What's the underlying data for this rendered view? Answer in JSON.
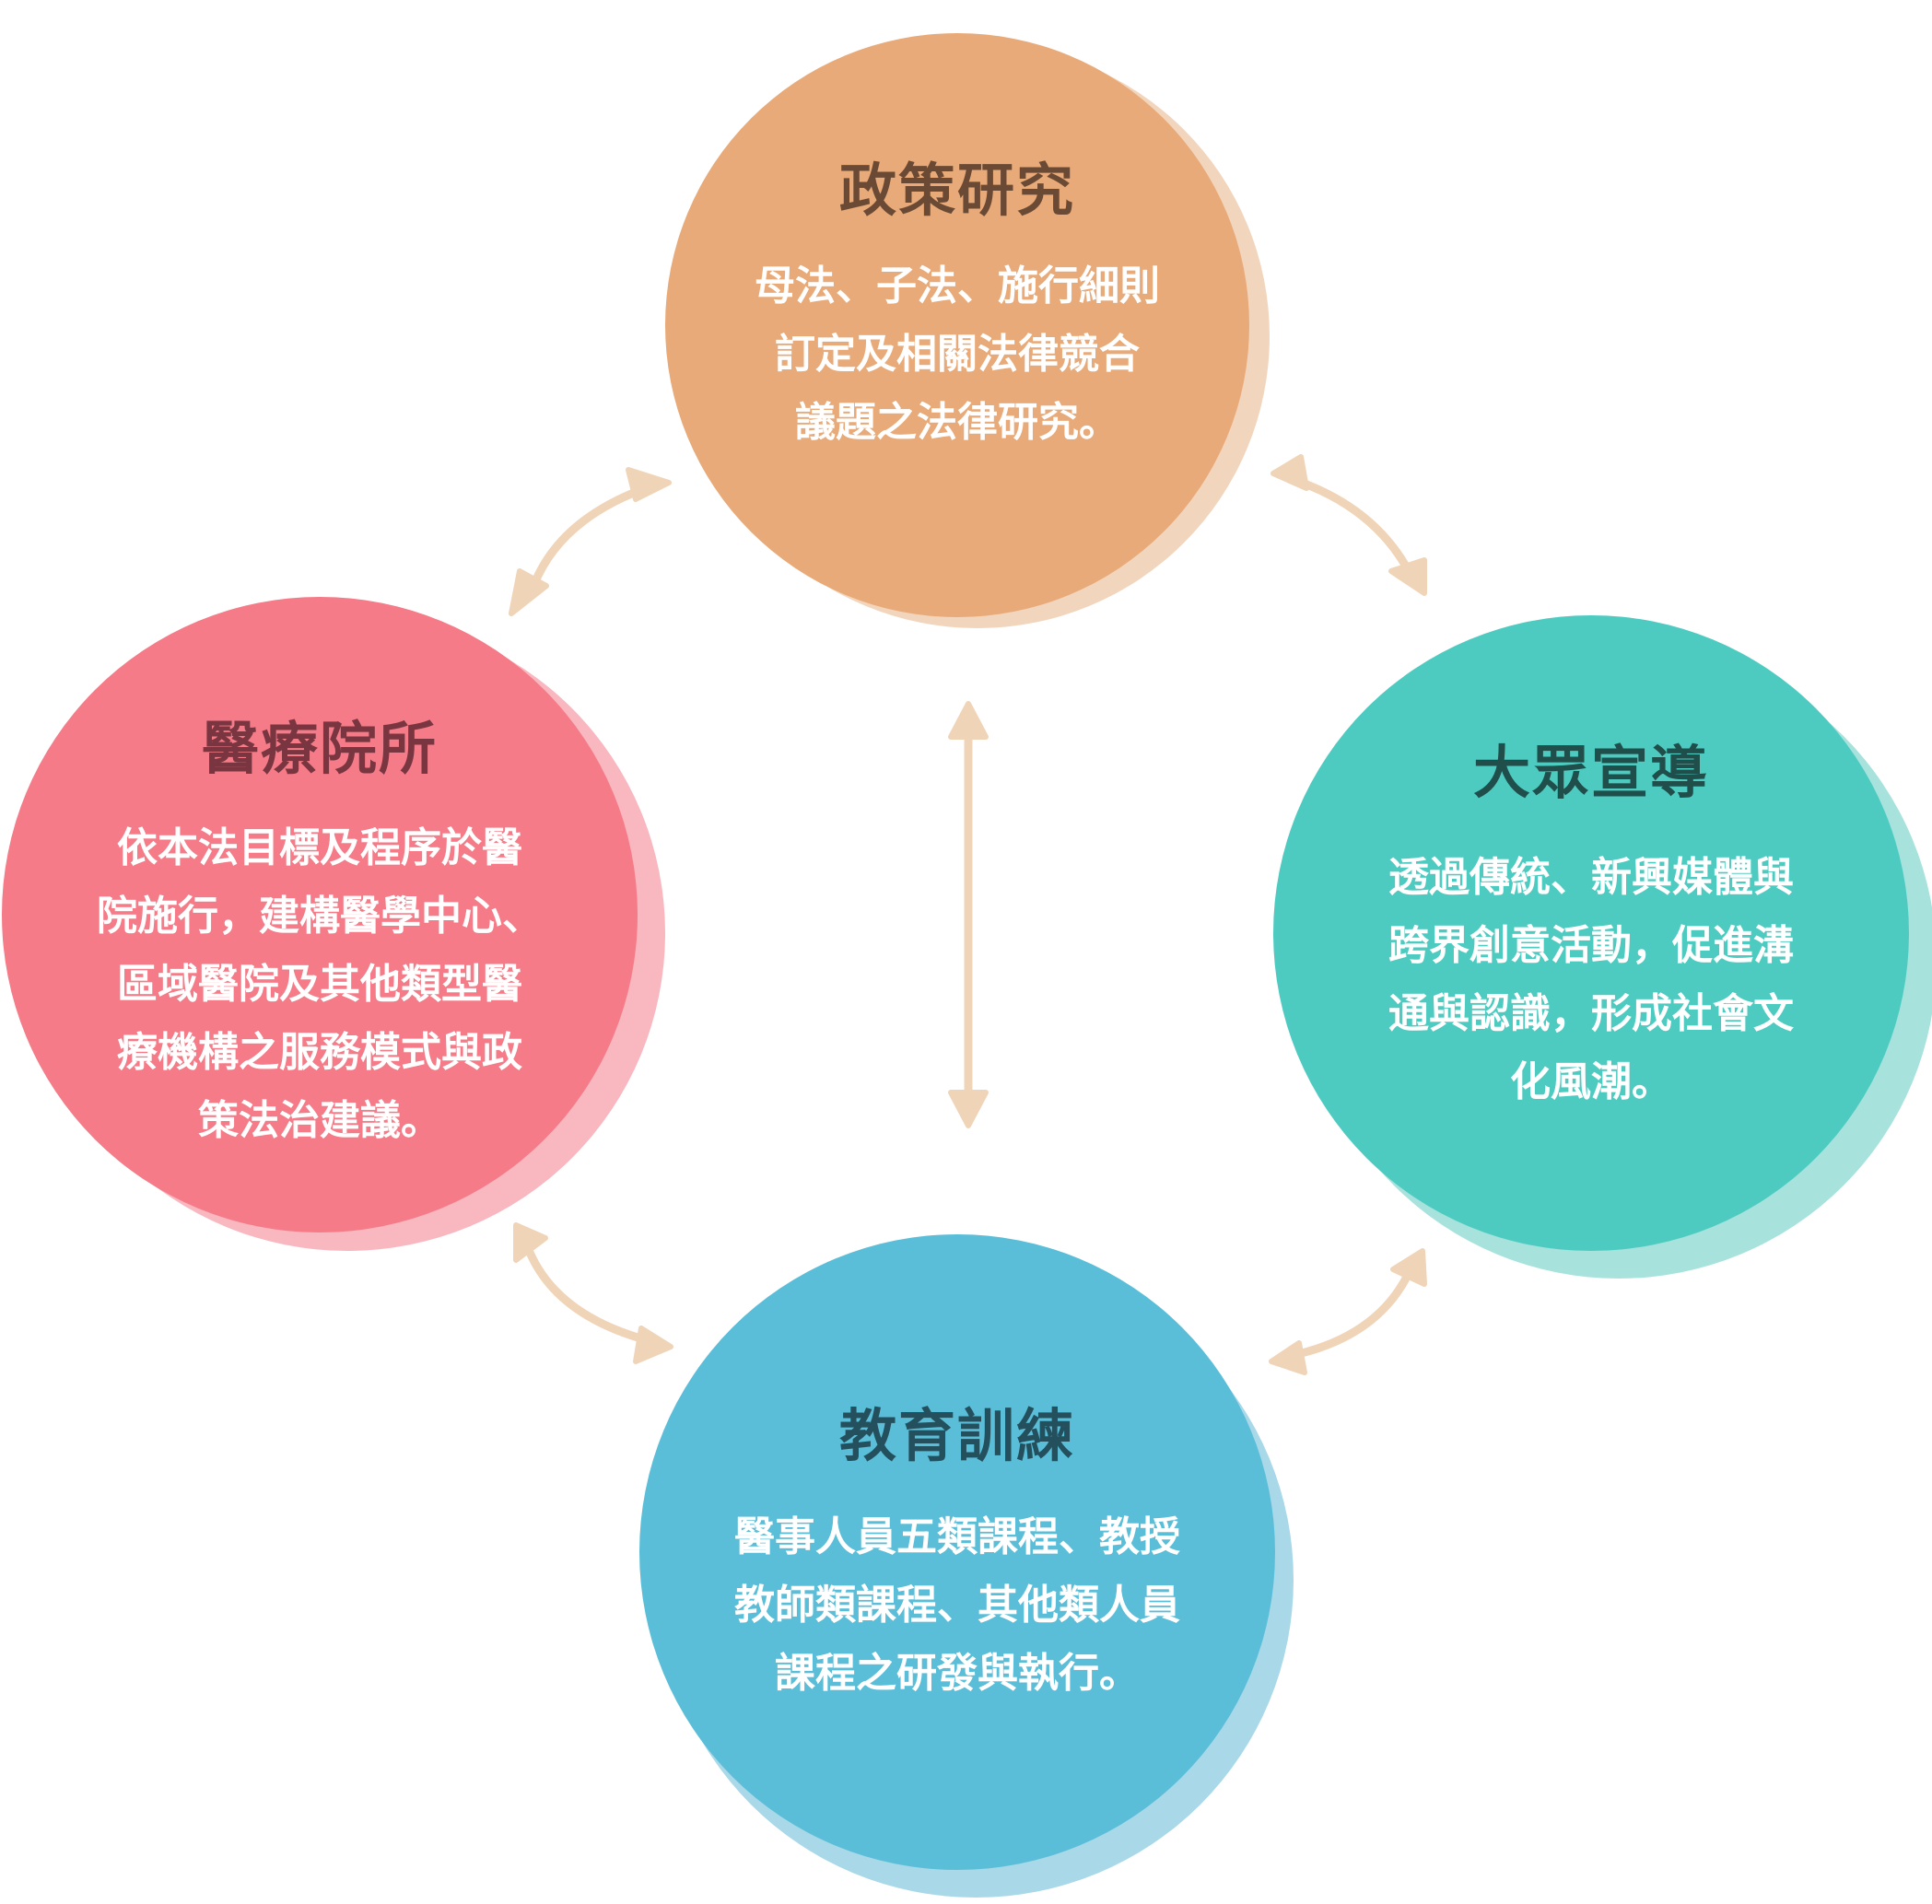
{
  "colors": {
    "arrow": "#f0d4b8",
    "policy": {
      "fill": "#e8aa78",
      "shadow": "#f2d5bd",
      "title": "#6b4a35"
    },
    "hospital": {
      "fill": "#f47b87",
      "shadow": "#f9b7bf",
      "title": "#7a3640"
    },
    "public": {
      "fill": "#4ecbc1",
      "shadow": "#a8e2dd",
      "title": "#1f4e4b"
    },
    "education": {
      "fill": "#5bbed8",
      "shadow": "#a9d8e8",
      "title": "#24505e"
    }
  },
  "nodes": {
    "policy": {
      "title": "政策研究",
      "lines": [
        "母法、子法、施行細則",
        "訂定及相關法律競合",
        "議題之法律研究。"
      ]
    },
    "hospital": {
      "title": "醫療院所",
      "lines": [
        "依本法目標及程序於醫",
        "院施行，建構醫學中心、",
        "區域醫院及其他類型醫",
        "療機構之服務模式與政",
        "策法治建議。"
      ]
    },
    "public": {
      "title": "大眾宣導",
      "lines": [
        "透過傳統、新興媒體與",
        "跨界創意活動，促進溝",
        "通與認識，形成社會文",
        "化風潮。"
      ]
    },
    "education": {
      "title": "教育訓練",
      "lines": [
        "醫事人員五類課程、教授",
        "教師類課程、其他類人員",
        "課程之研發與執行。"
      ]
    }
  }
}
